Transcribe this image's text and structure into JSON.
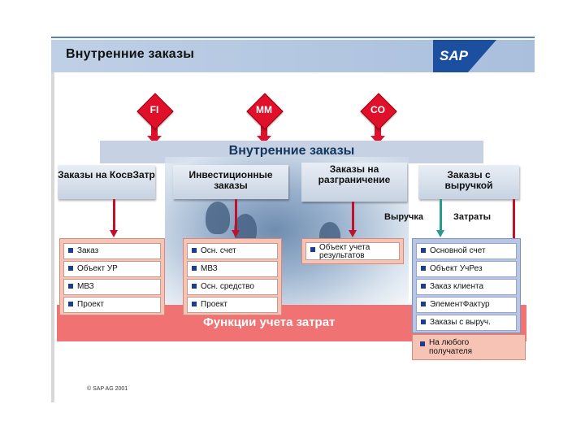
{
  "title": "Внутренние заказы",
  "logo": "SAP",
  "modules": [
    "FI",
    "MM",
    "CO"
  ],
  "band_title": "Внутренние заказы",
  "order_types": [
    "Заказы на КосвЗатр",
    "Инвестиционные заказы",
    "Заказы на разграничение",
    "Заказы с выручкой"
  ],
  "revenue_label": "Выручка",
  "costs_label": "Затраты",
  "cost_functions": "Функции учета затрат",
  "panels": {
    "overhead": [
      "Заказ",
      "Объект УР",
      "МВЗ",
      "Проект"
    ],
    "investment": [
      "Осн. счет",
      "МВЗ",
      "Осн. средство",
      "Проект"
    ],
    "accrual": [
      "Объект учета результатов"
    ],
    "revenue": [
      "Основной счет",
      "Объект УчРез",
      "Заказ клиента",
      "ЭлементФактур",
      "Заказы с выруч."
    ],
    "any": [
      "На любого получателя"
    ]
  },
  "copyright": "© SAP AG 2001",
  "colors": {
    "red": "#e0102a",
    "salmon": "#f07272",
    "blue": "#1d4fa0",
    "teal": "#2a9a8a"
  }
}
